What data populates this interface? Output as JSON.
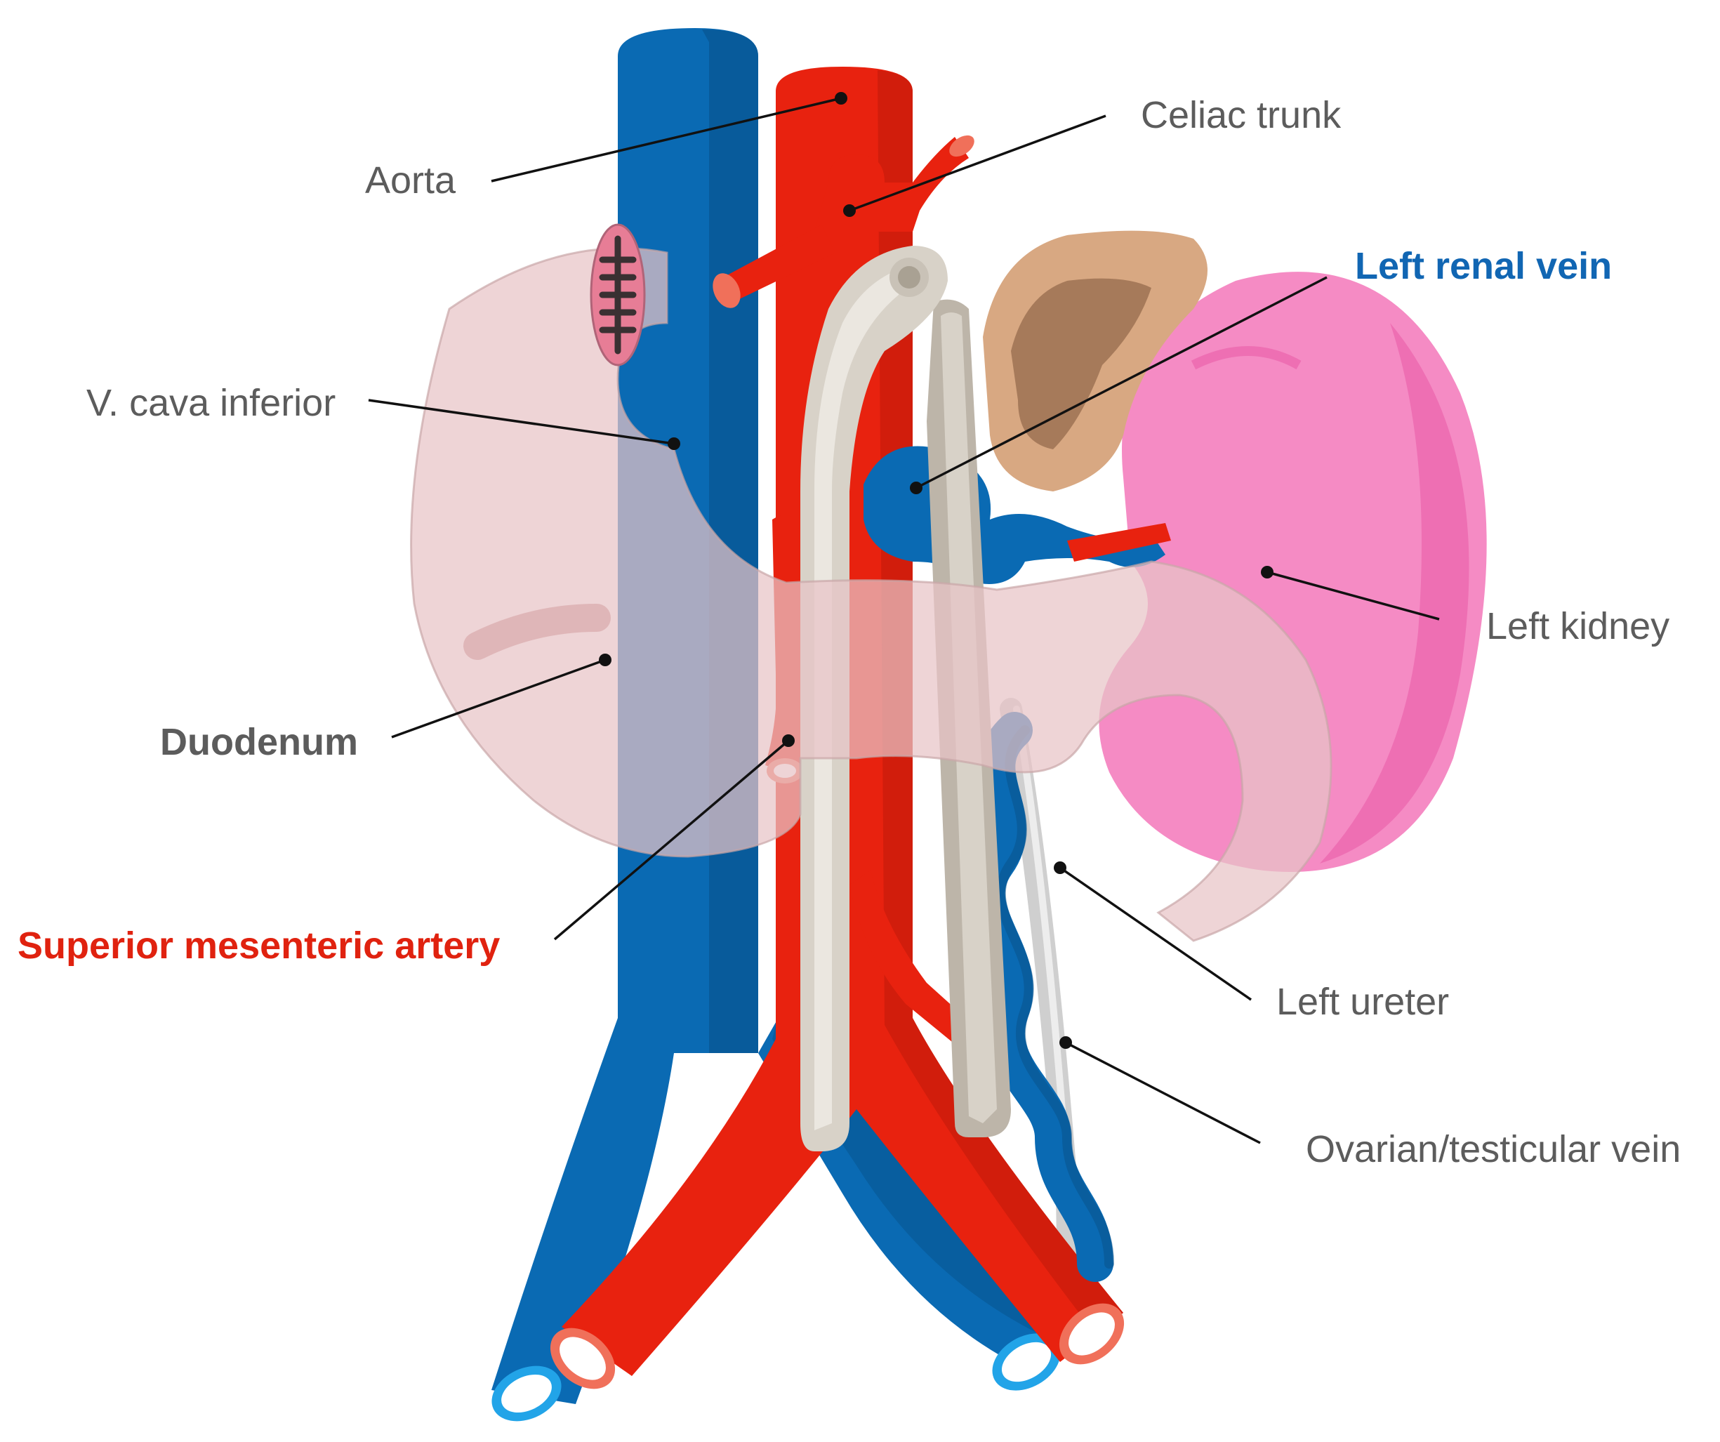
{
  "colors": {
    "artery": "#e8220f",
    "artery_dark": "#b9170a",
    "vein": "#0a6ab3",
    "vein_dark": "#074f87",
    "vein_opening": "#22a4e8",
    "artery_opening": "#f0705a",
    "kidney": "#f58bc4",
    "kidney_dark": "#ee6fb3",
    "adrenal_outer": "#d8a882",
    "adrenal_inner": "#a67a5a",
    "duodenum": "#e8c4c6",
    "clamp": "#d8d2c8",
    "ureter": "#d6d6d6",
    "label_blue": "#1166b3",
    "label_red": "#e0220f",
    "label_gray": "#5c5c5c"
  },
  "labels": {
    "aorta": "Aorta",
    "celiac_trunk": "Celiac trunk",
    "left_renal_vein": "Left renal vein",
    "v_cava_inferior": "V. cava inferior",
    "left_kidney": "Left kidney",
    "duodenum": "Duodenum",
    "superior_mesenteric_artery": "Superior mesenteric artery",
    "left_ureter": "Left ureter",
    "ovarian_testicular_vein": "Ovarian/testicular vein"
  }
}
